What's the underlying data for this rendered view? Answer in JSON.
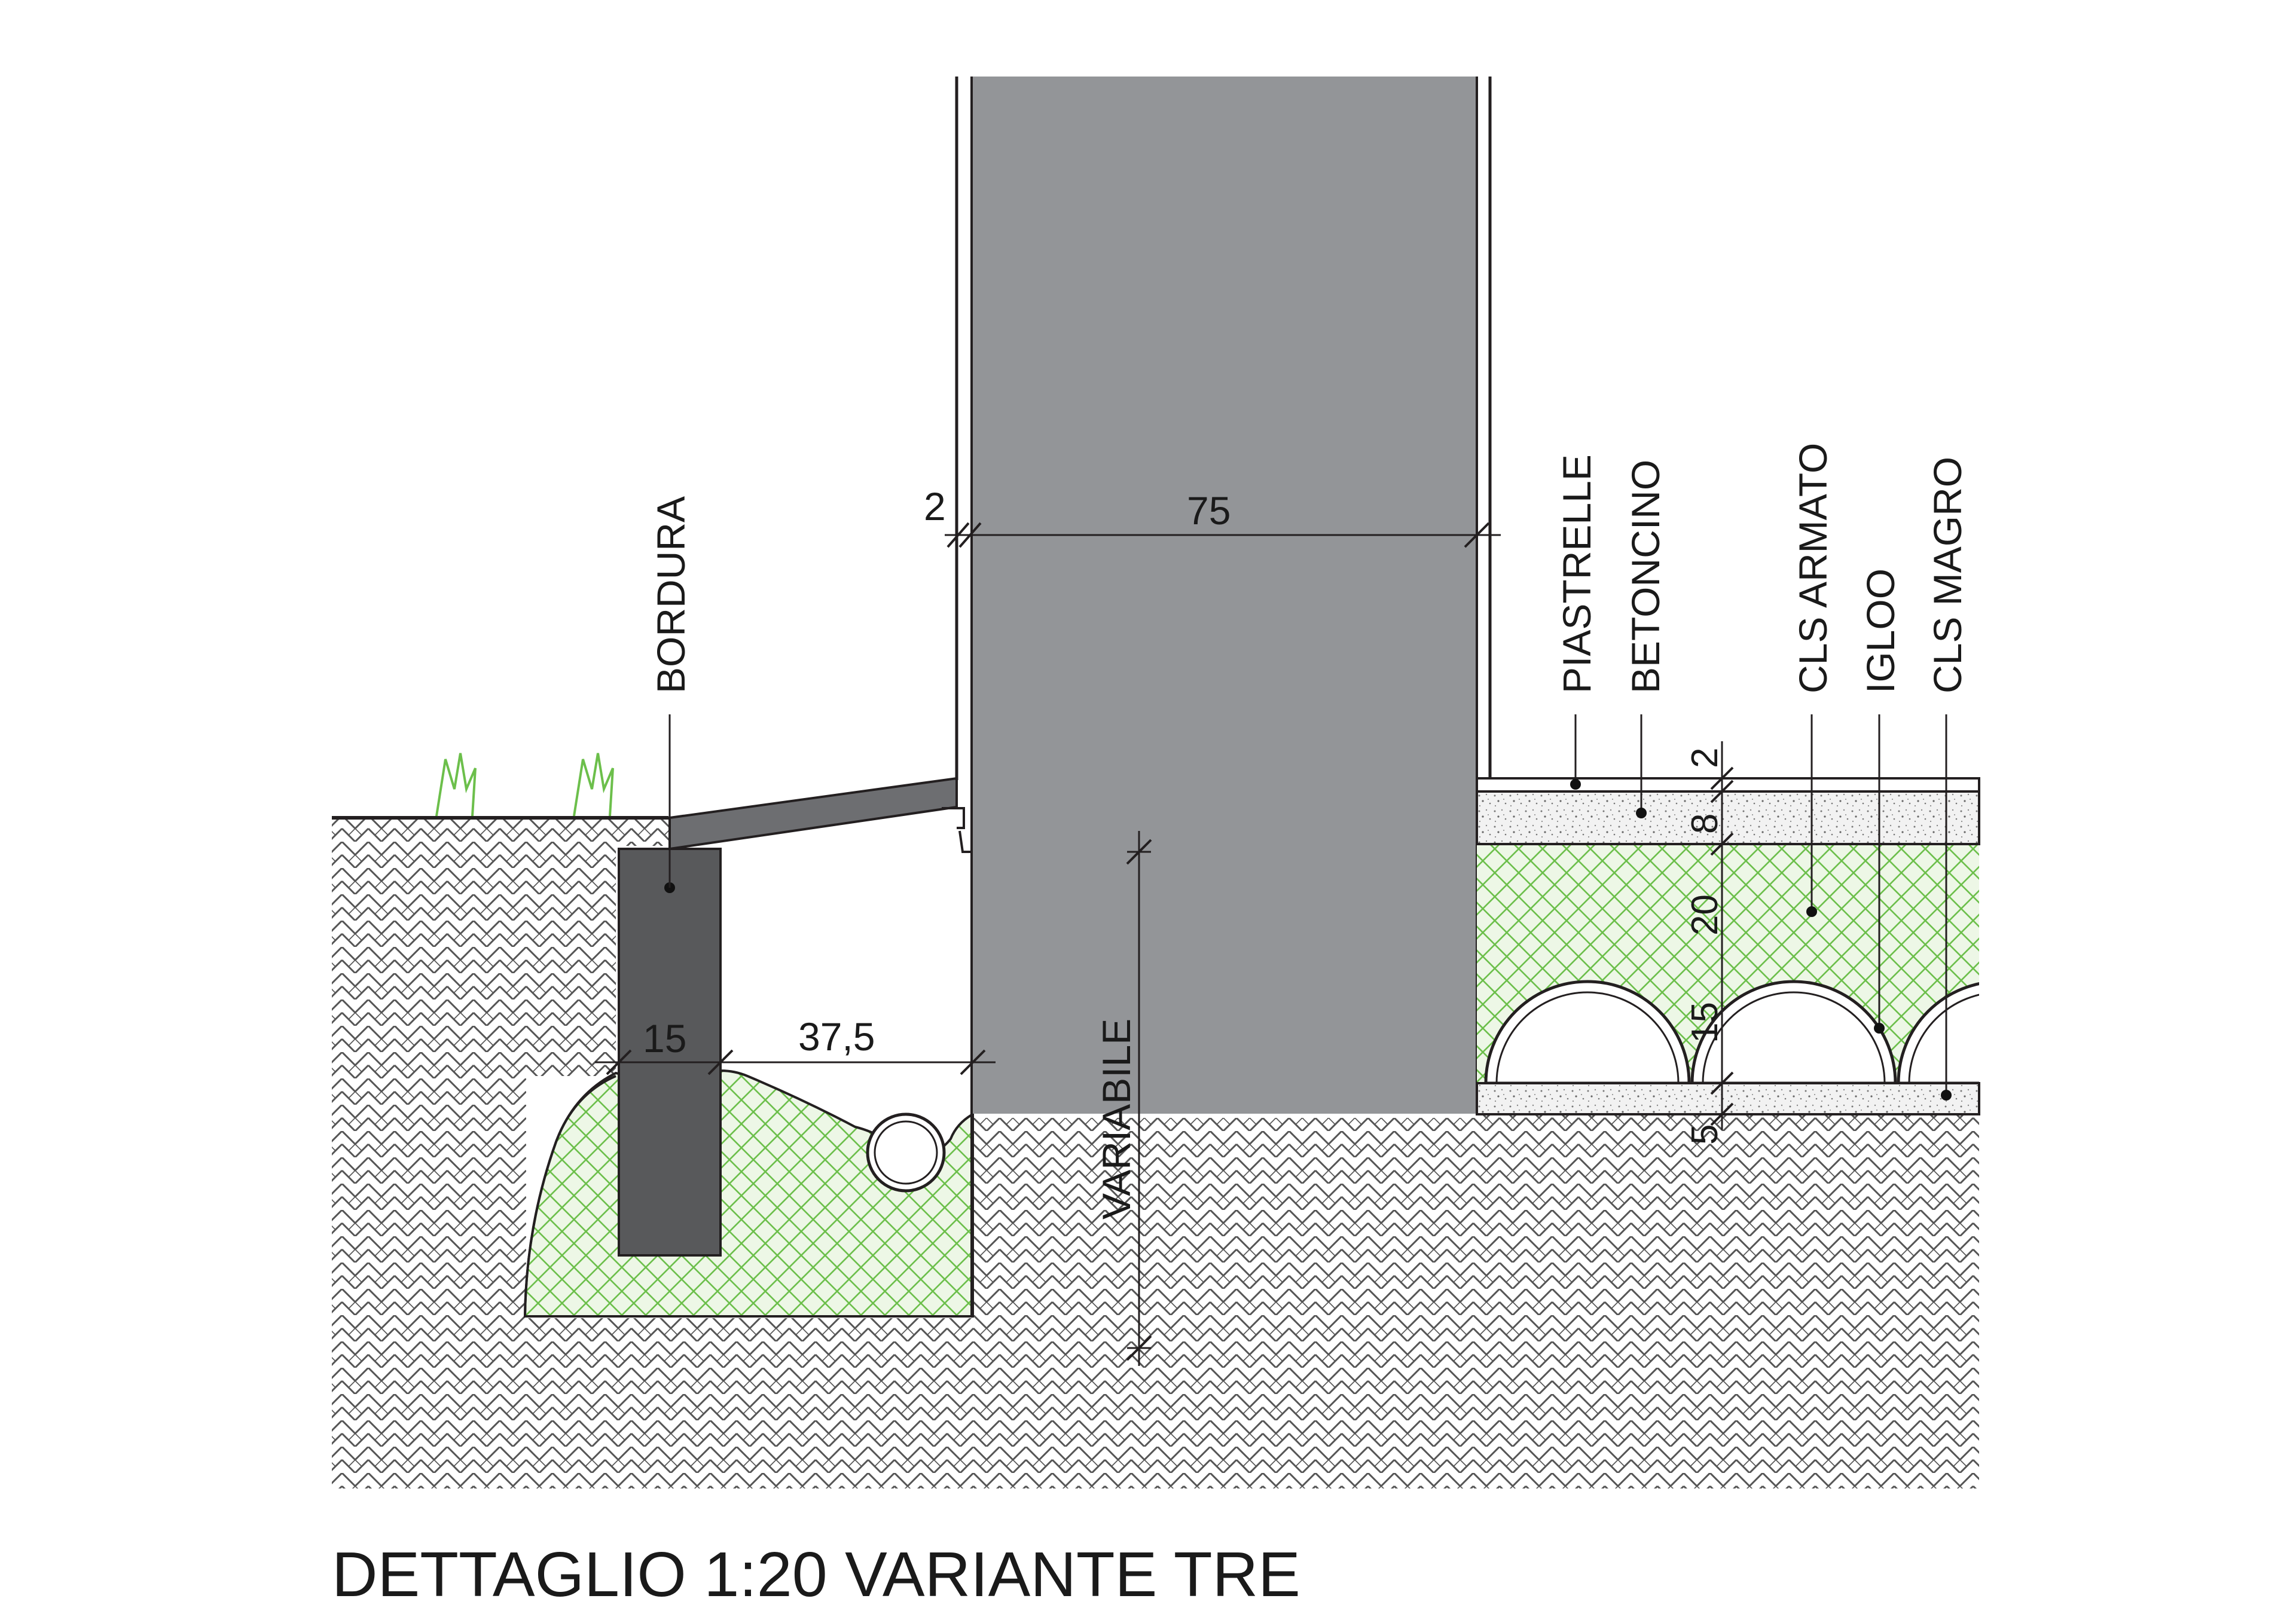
{
  "title": "DETTAGLIO 1:20 VARIANTE TRE",
  "labels": {
    "bordura": "BORDURA",
    "piastrelle": "PIASTRELLE",
    "betoncino": "BETONCINO",
    "cls_armato": "CLS ARMATO",
    "igloo": "IGLOO",
    "cls_magro": "CLS MAGRO",
    "variabile": "VARIABILE"
  },
  "dimensions": {
    "d_2_wall": "2",
    "d_75": "75",
    "d_15": "15",
    "d_37_5": "37,5",
    "d_2_floor": "2",
    "d_8": "8",
    "d_20": "20",
    "d_15_floor": "15",
    "d_5": "5"
  },
  "colors": {
    "wall": "#939598",
    "bordura": "#58595b",
    "gravel_hatch": "#6cbf4b",
    "soil_hatch": "#4d4d4d",
    "line": "#231f20"
  }
}
